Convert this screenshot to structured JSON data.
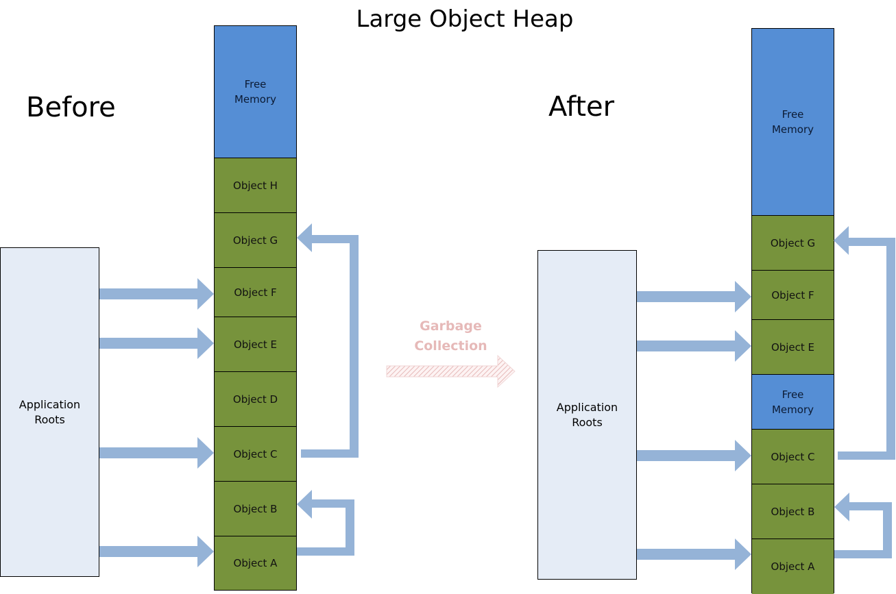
{
  "title": "Large Object Heap",
  "colors": {
    "object": "#77933c",
    "free": "#558ed5",
    "roots": "#e5ecf6",
    "arrow": "#95b3d7",
    "gc_arrow": "#e6b9b8"
  },
  "before": {
    "label": "Before",
    "roots_label": "Application\nRoots",
    "heap_top_to_bottom": [
      {
        "label": "Free Memory",
        "kind": "free"
      },
      {
        "label": "Object H",
        "kind": "object"
      },
      {
        "label": "Object G",
        "kind": "object"
      },
      {
        "label": "Object F",
        "kind": "object"
      },
      {
        "label": "Object E",
        "kind": "object"
      },
      {
        "label": "Object D",
        "kind": "object"
      },
      {
        "label": "Object C",
        "kind": "object"
      },
      {
        "label": "Object B",
        "kind": "object"
      },
      {
        "label": "Object A",
        "kind": "object"
      }
    ],
    "root_references": [
      "Object F",
      "Object E",
      "Object C",
      "Object A"
    ],
    "object_references": [
      {
        "from": "Object C",
        "to": "Object G"
      },
      {
        "from": "Object A",
        "to": "Object B"
      }
    ]
  },
  "transition": {
    "label_line1": "Garbage",
    "label_line2": "Collection"
  },
  "after": {
    "label": "After",
    "roots_label": "Application\nRoots",
    "heap_top_to_bottom": [
      {
        "label": "Free Memory",
        "kind": "free"
      },
      {
        "label": "Object G",
        "kind": "object"
      },
      {
        "label": "Object F",
        "kind": "object"
      },
      {
        "label": "Object E",
        "kind": "object"
      },
      {
        "label": "Free Memory",
        "kind": "free"
      },
      {
        "label": "Object C",
        "kind": "object"
      },
      {
        "label": "Object B",
        "kind": "object"
      },
      {
        "label": "Object A",
        "kind": "object"
      }
    ],
    "root_references": [
      "Object F",
      "Object E",
      "Object C",
      "Object A"
    ],
    "object_references": [
      {
        "from": "Object C",
        "to": "Object G"
      },
      {
        "from": "Object A",
        "to": "Object B"
      }
    ]
  }
}
